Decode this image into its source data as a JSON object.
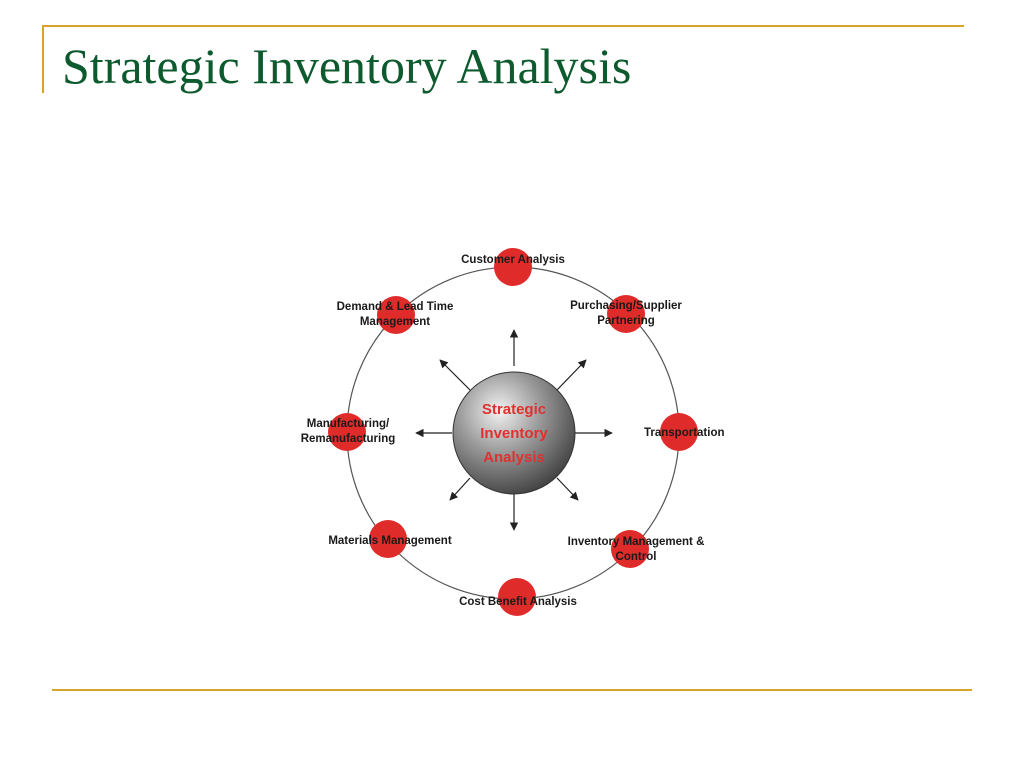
{
  "slide": {
    "title": "Strategic Inventory Analysis",
    "title_color": "#0d5a2e",
    "rule_color": "#d4a52a"
  },
  "diagram": {
    "hub": {
      "lines": [
        "Strategic",
        "Inventory",
        "Analysis"
      ],
      "text_color": "#e03030"
    },
    "node_color": "#e02b2b",
    "nodes": [
      {
        "id": "customer-analysis",
        "lines": [
          "Customer Analysis"
        ]
      },
      {
        "id": "purchasing-supplier-partnering",
        "lines": [
          "Purchasing/Supplier",
          "Partnering"
        ]
      },
      {
        "id": "transportation",
        "lines": [
          "Transportation"
        ]
      },
      {
        "id": "inventory-management-control",
        "lines": [
          "Inventory Management &",
          "Control"
        ]
      },
      {
        "id": "cost-benefit-analysis",
        "lines": [
          "Cost Benefit Analysis"
        ]
      },
      {
        "id": "materials-management",
        "lines": [
          "Materials Management"
        ]
      },
      {
        "id": "manufacturing-remanufacturing",
        "lines": [
          "Manufacturing/",
          "Remanufacturing"
        ]
      },
      {
        "id": "demand-lead-time-management",
        "lines": [
          "Demand & Lead Time",
          "Management"
        ]
      }
    ]
  }
}
